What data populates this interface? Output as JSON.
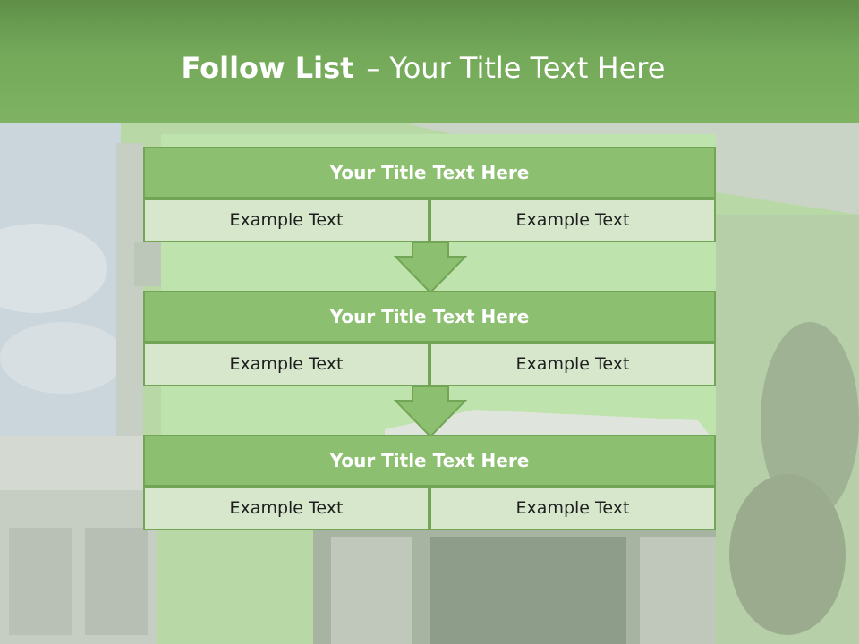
{
  "slide": {
    "title_bold": "Follow List",
    "title_dash": "–",
    "title_rest": "Your Title Text Here",
    "colors": {
      "header_green": "#7fb363",
      "box_green": "#8cbf70",
      "border_green": "#72a556",
      "cell_fill": "#d6e7cc",
      "background_tint": "#b9d8a8"
    }
  },
  "blocks": [
    {
      "title": "Your Title Text Here",
      "left_text": "Example Text",
      "right_text": "Example Text"
    },
    {
      "title": "Your Title Text Here",
      "left_text": "Example Text",
      "right_text": "Example Text"
    },
    {
      "title": "Your Title Text Here",
      "left_text": "Example Text",
      "right_text": "Example Text"
    }
  ],
  "arrows": [
    {
      "icon": "down-arrow-icon"
    },
    {
      "icon": "down-arrow-icon"
    }
  ]
}
